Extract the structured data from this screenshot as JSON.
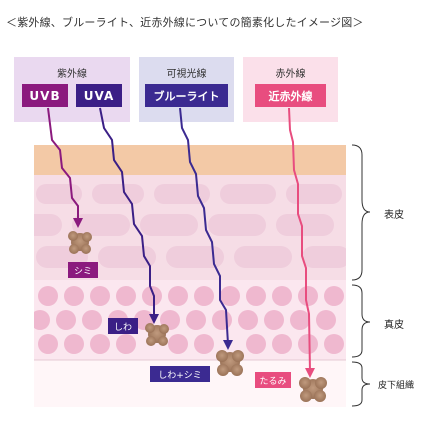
{
  "title": "＜紫外線、ブルーライト、近赤外線についての簡素化したイメージ図＞",
  "panels": {
    "uv": {
      "label": "紫外線",
      "badges": [
        "UVB",
        "UVA"
      ]
    },
    "visible": {
      "label": "可視光線",
      "badge": "ブルーライト"
    },
    "nir": {
      "label": "赤外線",
      "badge": "近赤外線"
    }
  },
  "layers": {
    "epidermis": "表皮",
    "dermis": "真皮",
    "subcutaneous": "皮下組織"
  },
  "effects": {
    "spots": "シミ",
    "wrinkles": "しわ",
    "wrinkles_spots": "しわ+シミ",
    "sagging": "たるみ"
  },
  "colors": {
    "uv_panel": "#ead9f0",
    "visible_panel": "#dcdcef",
    "nir_panel": "#fbe0ea",
    "uvb": "#8b1a7e",
    "uva": "#3b1f86",
    "blue_light": "#3b2a91",
    "nir": "#e84d7f",
    "epidermis_top": "#f3c9a6",
    "epidermis_cells": "#f0d3e0",
    "dermis_cells": "#efb5cd",
    "subcutaneous": "#fff5f7"
  },
  "icons": [
    "cell-icon",
    "pigment-spot-icon",
    "bracket-icon"
  ]
}
